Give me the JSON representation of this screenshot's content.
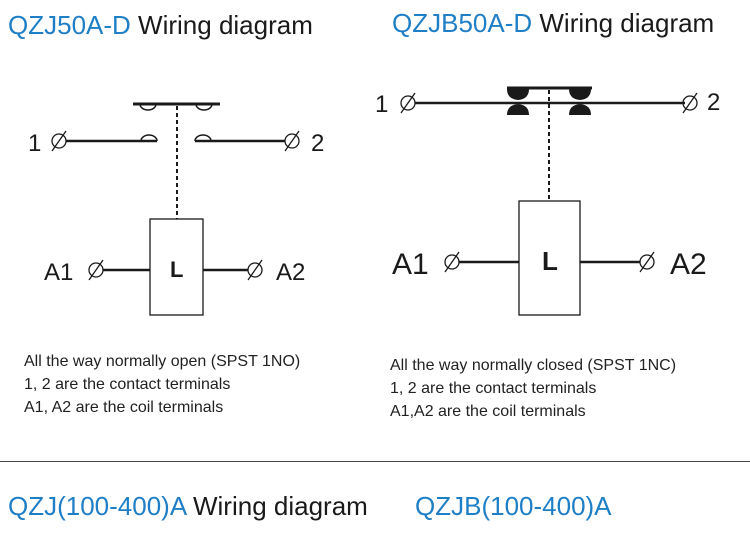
{
  "left": {
    "model": "QZJ50A-D",
    "title_suffix": "Wiring diagram",
    "terminal_1": "1",
    "terminal_2": "2",
    "coil_a1": "A1",
    "coil_a2": "A2",
    "coil_label": "L",
    "description": [
      "All the way normally open (SPST  1NO)",
      " 1, 2 are the contact terminals",
      " A1, A2 are the coil terminals"
    ]
  },
  "right": {
    "model": "QZJB50A-D",
    "title_suffix": "Wiring diagram",
    "terminal_1": "1",
    "terminal_2": "2",
    "coil_a1": "A1",
    "coil_a2": "A2",
    "coil_label": "L",
    "description": [
      "All the way normally closed (SPST  1NC)",
      " 1, 2 are the contact terminals",
      "A1,A2 are the coil terminals"
    ]
  },
  "bottom": {
    "left_model": "QZJ(100-400)A",
    "left_title_suffix": "Wiring diagram",
    "right_model": "QZJB(100-400)A"
  },
  "colors": {
    "model_blue": "#1f7fc6",
    "line_black": "#1a1a1a"
  }
}
